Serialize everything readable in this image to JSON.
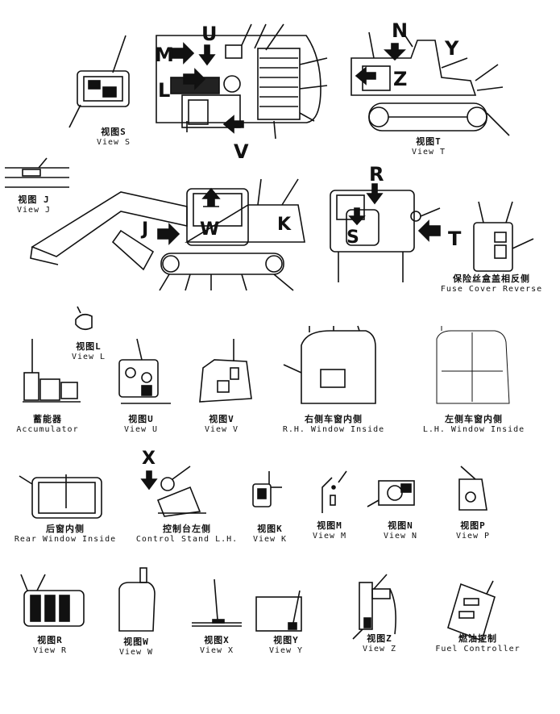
{
  "letters": {
    "U": "U",
    "M": "M",
    "L": "L",
    "V": "V",
    "N": "N",
    "Y": "Y",
    "Z": "Z",
    "R": "R",
    "S": "S",
    "T": "T",
    "J": "J",
    "W": "W",
    "K": "K",
    "X": "X"
  },
  "views": {
    "s": {
      "cn": "视图S",
      "en": "View S"
    },
    "t": {
      "cn": "视图T",
      "en": "View T"
    },
    "j": {
      "cn": "视图 J",
      "en": "View J"
    },
    "fuse": {
      "cn": "保险丝盒盖相反侧",
      "en": "Fuse Cover Reverse"
    },
    "l": {
      "cn": "视图L",
      "en": "View L"
    },
    "acc": {
      "cn": "蓄能器",
      "en": "Accumulator"
    },
    "u": {
      "cn": "视图U",
      "en": "View U"
    },
    "v": {
      "cn": "视图V",
      "en": "View V"
    },
    "rh": {
      "cn": "右侧车窗内侧",
      "en": "R.H. Window Inside"
    },
    "lh": {
      "cn": "左侧车窗内侧",
      "en": "L.H. Window Inside"
    },
    "rear": {
      "cn": "后窗内侧",
      "en": "Rear Window Inside"
    },
    "cs": {
      "cn": "控制台左侧",
      "en": "Control Stand L.H."
    },
    "k": {
      "cn": "视图K",
      "en": "View K"
    },
    "m": {
      "cn": "视图M",
      "en": "View M"
    },
    "n": {
      "cn": "视图N",
      "en": "View N"
    },
    "p": {
      "cn": "视图P",
      "en": "View P"
    },
    "r": {
      "cn": "视图R",
      "en": "View R"
    },
    "w": {
      "cn": "视图W",
      "en": "View W"
    },
    "x": {
      "cn": "视图X",
      "en": "View X"
    },
    "y": {
      "cn": "视图Y",
      "en": "View Y"
    },
    "z": {
      "cn": "视图Z",
      "en": "View Z"
    },
    "fc": {
      "cn": "燃油控制",
      "en": "Fuel Controller"
    }
  }
}
